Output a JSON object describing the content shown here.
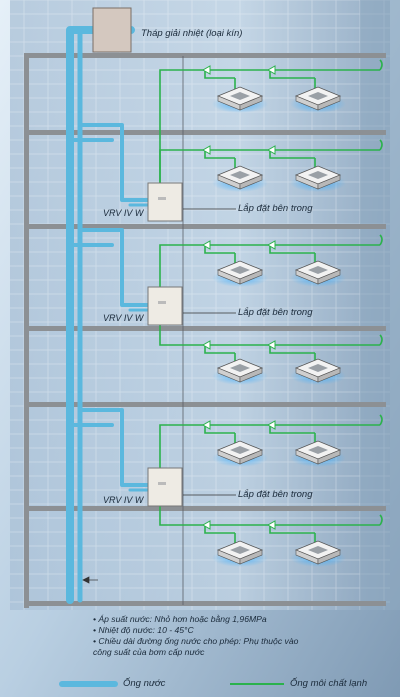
{
  "labels": {
    "cooling_tower": "Tháp giải nhiệt (loại kín)",
    "install_inside": "Lắp đặt bên trong",
    "vrv_unit": "VRV IV W"
  },
  "notes": [
    "• Áp suất nước: Nhỏ hơn hoặc bằng 1,96MPa",
    "• Nhiệt độ nước: 10 - 45°C",
    "• Chiều dài đường ống nước cho phép: Phụ thuộc vào",
    "   công suất của bơm cấp nước"
  ],
  "legend": {
    "water_pipe": "Ống nước",
    "refrigerant_pipe": "Ống môi chất lạnh"
  },
  "colors": {
    "water_pipe": "#5bb8de",
    "refrigerant_pipe": "#2bb24c",
    "floor_slab": "#8c9094",
    "sky_top": "#d8e8f4",
    "building": "#9fb6cc"
  }
}
